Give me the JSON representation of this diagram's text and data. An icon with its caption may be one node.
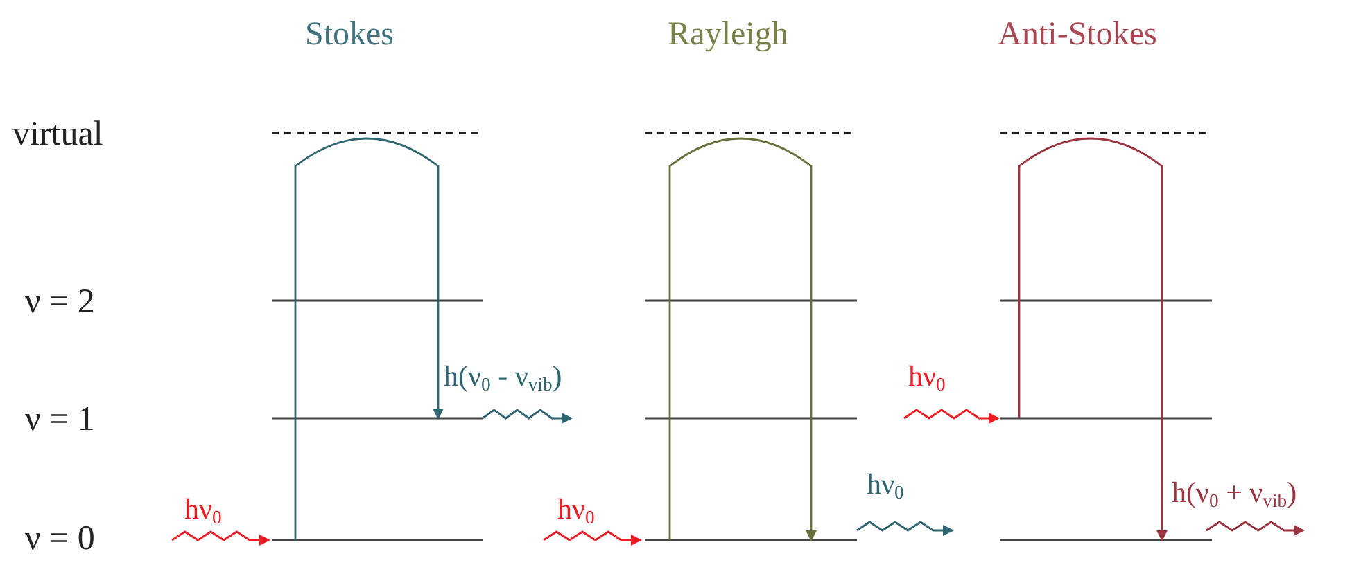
{
  "diagram": {
    "labels": [
      "Stokes",
      "Rayleigh",
      "Anti-Stokes",
      "virtual",
      "ν = 2",
      "h(ν$_{0}$ - ν$_{vib}$)",
      "hν$_{0}$",
      "ν = 1",
      "hν$_{0}$",
      "hν$_{0}$",
      "hν$_{0}$",
      "h(ν$_{0}$ + ν$_{vib}$)",
      "ν = 0"
    ]
  }
}
